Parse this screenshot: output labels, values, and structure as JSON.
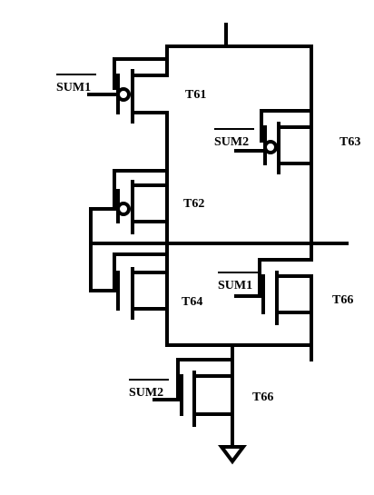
{
  "labels": {
    "sum1_a": "SUM1",
    "sum2_a": "SUM2",
    "sum1_b": "SUM1",
    "sum2_b": "SUM2",
    "t61": "T61",
    "t62": "T62",
    "t63": "T63",
    "t64": "T64",
    "t66_a": "T66",
    "t66_b": "T66"
  },
  "icons": {
    "ground": "ground-symbol",
    "bubble": "inversion-bubble"
  }
}
